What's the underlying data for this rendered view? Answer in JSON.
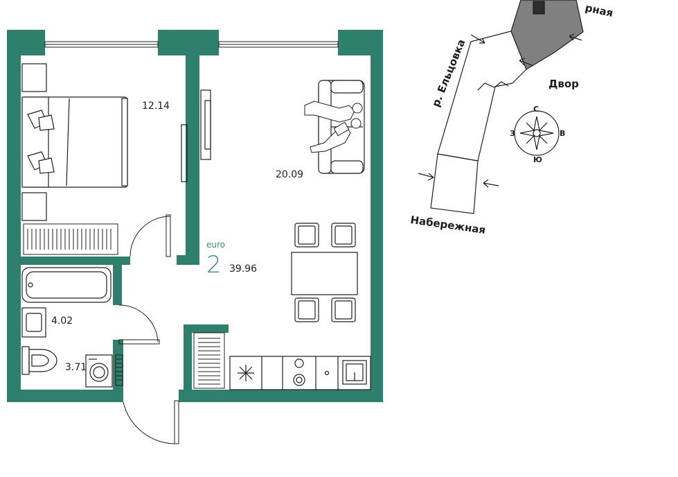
{
  "colors": {
    "wall": "#2e7f6c",
    "accent": "#3d8c7b",
    "building_fill": "#808080",
    "line": "#1d1d1b"
  },
  "apartment": {
    "format": "euro",
    "rooms": "2",
    "total_area": "39.96"
  },
  "rooms": {
    "bedroom": "12.14",
    "living_kitchen": "20.09",
    "bathroom": "4.02",
    "hallway": "3.71"
  },
  "icons": [
    "bed-icon",
    "sofa-icon",
    "people-icon",
    "tv-icon",
    "bathtub-icon",
    "toilet-icon",
    "washbasin-icon",
    "washing-machine-icon",
    "radiator-icon",
    "chair-icon",
    "table-icon",
    "fridge-icon",
    "stove-icon",
    "sink-icon",
    "compass-icon",
    "arrow-icon"
  ],
  "site_map": {
    "street_top": "рная",
    "street_side": "р. Ельцовка",
    "courtyard": "Двор",
    "street_bottom": "Набережная",
    "compass": {
      "north": "С",
      "south": "Ю",
      "west": "З",
      "east": "В"
    }
  }
}
